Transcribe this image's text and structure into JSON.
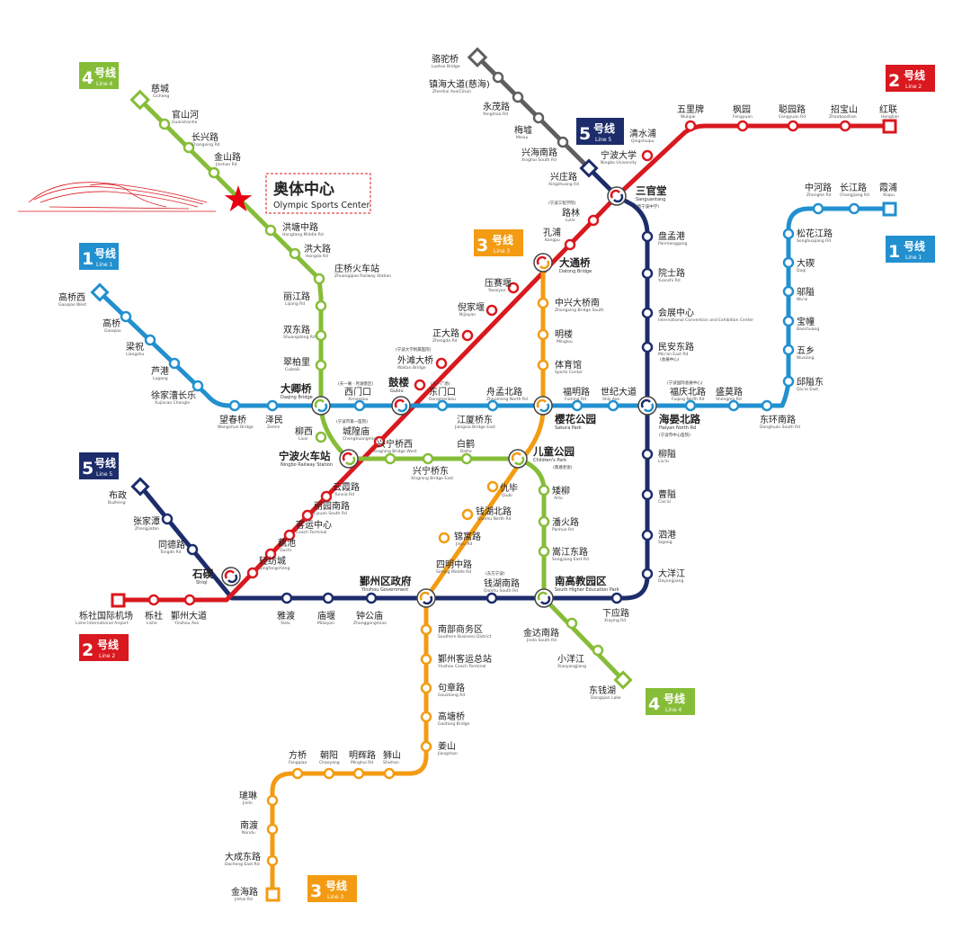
{
  "colors": {
    "line1": "#2290cf",
    "line2": "#d9181f",
    "line3": "#f39b12",
    "line4": "#86bd38",
    "line5": "#1d2c6b",
    "line5_extension": "#5f5f5f",
    "star": "#e60012"
  },
  "landmark": {
    "name_cn": "奥体中心",
    "name_en": "Olympic Sports Center",
    "icon": "stadium-icon",
    "marker": "star-icon"
  },
  "legends": [
    {
      "id": "line1",
      "num": "1",
      "cn": "号线",
      "en": "Line 1"
    },
    {
      "id": "line2-top",
      "num": "2",
      "cn": "号线",
      "en": "Line 2"
    },
    {
      "id": "line2-bottom",
      "num": "2",
      "cn": "号线",
      "en": "Line 2"
    },
    {
      "id": "line3-top",
      "num": "3",
      "cn": "号线",
      "en": "Line 3"
    },
    {
      "id": "line3-bottom",
      "num": "3",
      "cn": "号线",
      "en": "Line 3"
    },
    {
      "id": "line4-top",
      "num": "4",
      "cn": "号线",
      "en": "Line 4"
    },
    {
      "id": "line4-bottom",
      "num": "4",
      "cn": "号线",
      "en": "Line 4"
    },
    {
      "id": "line5-left",
      "num": "5",
      "cn": "号线",
      "en": "Line 5"
    },
    {
      "id": "line5-top",
      "num": "5",
      "cn": "号线",
      "en": "Line 5"
    }
  ],
  "interchanges": [
    {
      "id": "daqingqiao",
      "cn": "大卿桥",
      "en": "Daqing Bridge"
    },
    {
      "id": "gulou",
      "cn": "鼓楼",
      "en": "Gulou"
    },
    {
      "id": "yinghuagongyuan",
      "cn": "樱花公园",
      "en": "Sakura Park"
    },
    {
      "id": "haiyanbeilu",
      "cn": "海晏北路",
      "en": "Haiyan North Rd"
    },
    {
      "id": "datongqiao",
      "cn": "大通桥",
      "en": "Datong Bridge"
    },
    {
      "id": "sanguantang",
      "cn": "三官堂",
      "en": "Sanguantang"
    },
    {
      "id": "ningbohuochezhan",
      "cn": "宁波火车站",
      "en": "Ningbo Railway Station"
    },
    {
      "id": "ertonggongyuan",
      "cn": "儿童公园",
      "en": "Children's Park"
    },
    {
      "id": "shiqi",
      "cn": "石碶",
      "en": "Shiqi"
    },
    {
      "id": "yinzhouquzhengfu",
      "cn": "鄞州区政府",
      "en": "Yinzhou Government"
    },
    {
      "id": "nangaojiaoyuqu",
      "cn": "南高教园区",
      "en": "South Higher Education Park"
    }
  ],
  "stations": [
    {
      "id": "gaoqiaoxi",
      "cn": "高桥西",
      "en": "Gaoqiao West"
    },
    {
      "id": "gaoqiao",
      "cn": "高桥",
      "en": "Gaoqiao"
    },
    {
      "id": "liangzhu",
      "cn": "梁祝",
      "en": "Liangzhu"
    },
    {
      "id": "luting",
      "cn": "芦港",
      "en": "Lugang"
    },
    {
      "id": "xujiachangle",
      "cn": "徐家漕长乐",
      "en": "Xujiacao Changle"
    },
    {
      "id": "wangchunqiao",
      "cn": "望春桥",
      "en": "Wangchun Bridge"
    },
    {
      "id": "zemin",
      "cn": "泽民",
      "en": "Zemin"
    },
    {
      "id": "ximenkou",
      "cn": "西门口",
      "en": "Ximenkou"
    },
    {
      "id": "dongmenkou",
      "cn": "东门口",
      "en": "Dongmenkou"
    },
    {
      "id": "jiangxiaqiaodong",
      "cn": "江厦桥东",
      "en": "Jiangxia Bridge East"
    },
    {
      "id": "zhoumengbeilu",
      "cn": "舟孟北路",
      "en": "Zhoumeng North Rd"
    },
    {
      "id": "fumingolu",
      "cn": "福明路",
      "en": "Fuming Rd"
    },
    {
      "id": "shijidadao",
      "cn": "世纪大道",
      "en": "Shiji Ave"
    },
    {
      "id": "fuqingbeilu",
      "cn": "福庆北路",
      "en": "Fuqing North Rd"
    },
    {
      "id": "shengmolu",
      "cn": "盛莫路",
      "en": "Shengmo Rd"
    },
    {
      "id": "donghuannanlu",
      "cn": "东环南路",
      "en": "Donghuan South Rd"
    },
    {
      "id": "qiuaidong",
      "cn": "邱隘东",
      "en": "Qiu'ai East"
    },
    {
      "id": "wuxiang",
      "cn": "五乡",
      "en": "Wuxiang"
    },
    {
      "id": "baochuang",
      "cn": "宝幢",
      "en": "Baochuang"
    },
    {
      "id": "yuxi",
      "cn": "邬隘",
      "en": "Wu'ai"
    },
    {
      "id": "dagi",
      "cn": "大碶",
      "en": "Daqi"
    },
    {
      "id": "songhuajianglu",
      "cn": "松花江路",
      "en": "Songhuajiang Rd"
    },
    {
      "id": "zhonghelu",
      "cn": "中河路",
      "en": "Zhonghe Rd"
    },
    {
      "id": "changjianglu",
      "cn": "长江路",
      "en": "Changjiang Rd"
    },
    {
      "id": "xiapu",
      "cn": "霞浦",
      "en": "Xiapu"
    },
    {
      "id": "lisheairport",
      "cn": "栎社国际机场",
      "en": "Lishe International Airport"
    },
    {
      "id": "lishe",
      "cn": "栎社",
      "en": "Lishe"
    },
    {
      "id": "yinzhoudadao",
      "cn": "鄞州大道",
      "en": "Yinzhou Ave"
    },
    {
      "id": "qingfangcheng",
      "cn": "轻纺城",
      "en": "Qingfangcheng"
    },
    {
      "id": "jiuchi",
      "cn": "藕池",
      "en": "Ouchi"
    },
    {
      "id": "keyunzhongxin",
      "cn": "客运中心",
      "en": "Coach Terminal"
    },
    {
      "id": "liyuannanlu",
      "cn": "丽园南路",
      "en": "Liyuan South Rd"
    },
    {
      "id": "yunxialu",
      "cn": "云霞路",
      "en": "Yunxia Rd"
    },
    {
      "id": "liuxi",
      "cn": "柳西",
      "en": "Liuxi"
    },
    {
      "id": "chenghuangmiao",
      "cn": "城隍庙",
      "en": "Chenghuangmiao"
    },
    {
      "id": "zhengdalu",
      "cn": "正大路",
      "en": "Zhengda Rd"
    },
    {
      "id": "waitandaqiao",
      "cn": "外滩大桥",
      "en": "Waitan Bridge"
    },
    {
      "id": "nijiayan",
      "cn": "倪家堰",
      "en": "Nijiayan"
    },
    {
      "id": "yasaiyan",
      "cn": "压赛堰",
      "en": "Yasaiyan"
    },
    {
      "id": "kongpu",
      "cn": "孔浦",
      "en": "Kongpu"
    },
    {
      "id": "lulin",
      "cn": "路林",
      "en": "Lulin"
    },
    {
      "id": "qingshuipu",
      "cn": "清水浦",
      "en": "Qingshuipu"
    },
    {
      "id": "wuliupai",
      "cn": "五里牌",
      "en": "Wulipai"
    },
    {
      "id": "fengyuan",
      "cn": "枫园",
      "en": "Fengyuan"
    },
    {
      "id": "congyuanlu",
      "cn": "聪园路",
      "en": "Congyuan Rd"
    },
    {
      "id": "zhaobaoshan",
      "cn": "招宝山",
      "en": "Zhaobaoshan"
    },
    {
      "id": "honglian",
      "cn": "红联",
      "en": "Honglian"
    },
    {
      "id": "cicheng",
      "cn": "慈城",
      "en": "Cicheng"
    },
    {
      "id": "guanshanhe",
      "cn": "官山河",
      "en": "Guanshanhe"
    },
    {
      "id": "changxinglu",
      "cn": "长兴路",
      "en": "Changxing Rd"
    },
    {
      "id": "jinshanlu",
      "cn": "金山路",
      "en": "Jinshan Rd"
    },
    {
      "id": "hongtangzhonglu",
      "cn": "洪塘中路",
      "en": "Hongtang Middle Rd"
    },
    {
      "id": "hongdalu",
      "cn": "洪大路",
      "en": "Hongda Rd"
    },
    {
      "id": "zhuangqiaohuochezhan",
      "cn": "庄桥火车站",
      "en": "Zhuangqiao Railway Station"
    },
    {
      "id": "lijianglu",
      "cn": "丽江路",
      "en": "Lijiang Rd"
    },
    {
      "id": "shuangdonglu",
      "cn": "双东路",
      "en": "Shuangdong Rd"
    },
    {
      "id": "cuibaili",
      "cn": "翠柏里",
      "en": "Cuibaili"
    },
    {
      "id": "xingningqiaoxi",
      "cn": "兴宁桥西",
      "en": "Xingning Bridge West"
    },
    {
      "id": "xingningqiaodong",
      "cn": "兴宁桥东",
      "en": "Xingning Bridge East"
    },
    {
      "id": "baihe",
      "cn": "白鹤",
      "en": "Baihe"
    },
    {
      "id": "ailiu",
      "cn": "矮柳",
      "en": "Ailiu"
    },
    {
      "id": "panhuolu",
      "cn": "潘火路",
      "en": "Panhuo Rd"
    },
    {
      "id": "songjiangdonglu",
      "cn": "嵩江东路",
      "en": "Songjiang East Rd"
    },
    {
      "id": "jindananlu",
      "cn": "金达南路",
      "en": "Jinda South Rd"
    },
    {
      "id": "xiaoyangjiang",
      "cn": "小洋江",
      "en": "Xiaoyangjiang"
    },
    {
      "id": "dongqianhu",
      "cn": "东钱湖",
      "en": "Dongqian Lake"
    },
    {
      "id": "luotuoqiao",
      "cn": "骆驼桥",
      "en": "Luotuo Bridge"
    },
    {
      "id": "zhenhaidadao",
      "cn": "镇海大道(慈海)",
      "en": "Zhenhai Ave(Cihai)"
    },
    {
      "id": "yongmaolu",
      "cn": "永茂路",
      "en": "Yongmao Rd"
    },
    {
      "id": "meixu",
      "cn": "梅墟",
      "en": "Meixu"
    },
    {
      "id": "xinghainanlu",
      "cn": "兴海南路",
      "en": "Xinghai South Rd"
    },
    {
      "id": "ningbodaxue",
      "cn": "宁波大学",
      "en": "Ningbo University"
    },
    {
      "id": "xingzhuanglu",
      "cn": "兴庄路",
      "en": "Xingzhuang Rd"
    },
    {
      "id": "panmenggang",
      "cn": "盘孟港",
      "en": "Panmenggang"
    },
    {
      "id": "yuanshilu",
      "cn": "院士路",
      "en": "Yuanshi Rd"
    },
    {
      "id": "huizhanzhongxin",
      "cn": "会展中心",
      "en": "International Convention and Exhibition Center"
    },
    {
      "id": "minandonglu",
      "cn": "民安东路",
      "en": "Min'an East Rd"
    },
    {
      "id": "liuxiao",
      "cn": "柳隘",
      "en": "Liu'ai"
    },
    {
      "id": "caoai",
      "cn": "曹隘",
      "en": "Cao'ai"
    },
    {
      "id": "sigang",
      "cn": "泗港",
      "en": "Sigang"
    },
    {
      "id": "dayangjiang",
      "cn": "大洋江",
      "en": "Dayangjiang"
    },
    {
      "id": "xiayinglu",
      "cn": "下应路",
      "en": "Xiaying Rd"
    },
    {
      "id": "buzheng",
      "cn": "布政",
      "en": "Buzheng"
    },
    {
      "id": "zhangjiahu",
      "cn": "张家潭",
      "en": "Zhangjiatan"
    },
    {
      "id": "tongdelu",
      "cn": "同德路",
      "en": "Tongde Rd"
    },
    {
      "id": "yadu",
      "cn": "雅渡",
      "en": "Yadu"
    },
    {
      "id": "miaotang",
      "cn": "庙堰",
      "en": "Miaoyan"
    },
    {
      "id": "zhonggongmiao",
      "cn": "钟公庙",
      "en": "Zhonggongmiao"
    },
    {
      "id": "qianhunanlu",
      "cn": "钱湖南路",
      "en": "Qianhu South Rd"
    },
    {
      "id": "zhonhuxinqiaonan",
      "cn": "中兴大桥南",
      "en": "Zhongxing Bridge South"
    },
    {
      "id": "minglou",
      "cn": "明楼",
      "en": "Minglou"
    },
    {
      "id": "tiyuguan",
      "cn": "体育馆",
      "en": "Sports Center"
    },
    {
      "id": "qiubi",
      "cn": "仇毕",
      "en": "Qiubi"
    },
    {
      "id": "qianhubeilu",
      "cn": "钱湖北路",
      "en": "Qianhu North Rd"
    },
    {
      "id": "jinyulu",
      "cn": "锦寓路",
      "en": "Jinyu Rd"
    },
    {
      "id": "simingzhonglu",
      "cn": "四明中路",
      "en": "Siming Middle Rd"
    },
    {
      "id": "nanbushangwuqu",
      "cn": "南部商务区",
      "en": "Southern Business District"
    },
    {
      "id": "yinzhoukeyunzongzhan",
      "cn": "鄞州客运总站",
      "en": "Yinzhou Coach Terminal"
    },
    {
      "id": "gouzhanglu",
      "cn": "句章路",
      "en": "Gouzhang Rd"
    },
    {
      "id": "gaotangqiao",
      "cn": "高塘桥",
      "en": "Gaotang Bridge"
    },
    {
      "id": "jiangshan",
      "cn": "姜山",
      "en": "Jiangshan"
    },
    {
      "id": "shishan",
      "cn": "狮山",
      "en": "Shishan"
    },
    {
      "id": "minghuilu",
      "cn": "明辉路",
      "en": "Minghui Rd"
    },
    {
      "id": "chaoyang",
      "cn": "朝阳",
      "en": "Chaoyang"
    },
    {
      "id": "fangqiao",
      "cn": "方桥",
      "en": "Fangqiao"
    },
    {
      "id": "jinlin",
      "cn": "璡琳",
      "en": "Jinlin"
    },
    {
      "id": "nandu",
      "cn": "南渡",
      "en": "Nandu"
    },
    {
      "id": "dachengdonglu",
      "cn": "大成东路",
      "en": "Dacheng East Rd"
    },
    {
      "id": "jinhailu",
      "cn": "金海路",
      "en": "Jinhai Rd"
    }
  ],
  "notes": [
    {
      "id": "ximenkou",
      "text": "(天一阁 · 月湖景区)"
    },
    {
      "id": "gulou",
      "text": "(天一广场)"
    },
    {
      "id": "waitandaqiao",
      "text": "(宁波大学附属医院)"
    },
    {
      "id": "chenghuangmiao",
      "text": "(宁波市第一医院)"
    },
    {
      "id": "lulin",
      "text": "(宁波工程学院)"
    },
    {
      "id": "sanguantang",
      "text": "(新宁波中学)"
    },
    {
      "id": "haiyanbeilu",
      "text": "(宁波市中心医院)"
    },
    {
      "id": "fuqingbeilu",
      "text": "(宁波国际会展中心)"
    },
    {
      "id": "ertonggongyuan",
      "text": "(南塘老街)"
    },
    {
      "id": "qianhunanlu",
      "text": "(东方宁波)"
    },
    {
      "id": "minandonglu",
      "text": "(会展中心)"
    }
  ]
}
